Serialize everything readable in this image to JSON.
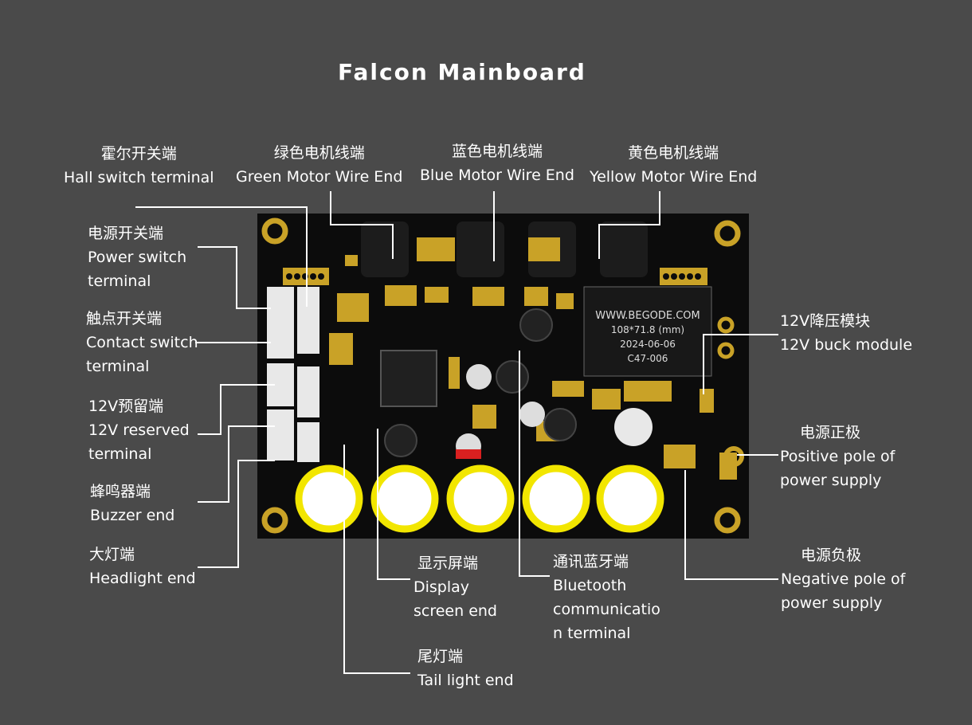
{
  "title": "Falcon Mainboard",
  "colors": {
    "background": "#4a4a4a",
    "board": "#0c0c0c",
    "gold": "#c9a227",
    "capacitor": "#f2e600",
    "line": "#ffffff"
  },
  "labels": {
    "hall": {
      "cn": "霍尔开关端",
      "en": "Hall switch terminal"
    },
    "green_motor": {
      "cn": "绿色电机线端",
      "en": "Green Motor Wire End"
    },
    "blue_motor": {
      "cn": "蓝色电机线端",
      "en": "Blue Motor Wire End"
    },
    "yellow_motor": {
      "cn": "黄色电机线端",
      "en": "Yellow Motor Wire End"
    },
    "power_switch": {
      "cn": "电源开关端",
      "en1": "Power switch",
      "en2": "terminal"
    },
    "contact_switch": {
      "cn": "触点开关端",
      "en1": "Contact switch",
      "en2": "terminal"
    },
    "reserved_12v": {
      "cn": "12V预留端",
      "en1": "12V reserved",
      "en2": "terminal"
    },
    "buzzer": {
      "cn": "蜂鸣器端",
      "en": "Buzzer end"
    },
    "headlight": {
      "cn": "大灯端",
      "en": "Headlight end"
    },
    "buck_12v": {
      "cn": "12V降压模块",
      "en": "12V buck module"
    },
    "positive": {
      "cn": "电源正极",
      "en1": "Positive pole of",
      "en2": "power supply"
    },
    "negative": {
      "cn": "电源负极",
      "en1": "Negative pole of",
      "en2": "power supply"
    },
    "display": {
      "cn": "显示屏端",
      "en1": "Display",
      "en2": "screen end"
    },
    "bluetooth": {
      "cn": "通讯蓝牙端",
      "en1": "Bluetooth",
      "en2": "communicatio",
      "en3": "n terminal"
    },
    "taillight": {
      "cn": "尾灯端",
      "en": "Tail light end"
    }
  },
  "board_text": {
    "module_url": "WWW.BEGODE.COM",
    "module_size": "108*71.8 (mm)",
    "module_date": "2024-06-06",
    "module_model": "C47-006"
  }
}
